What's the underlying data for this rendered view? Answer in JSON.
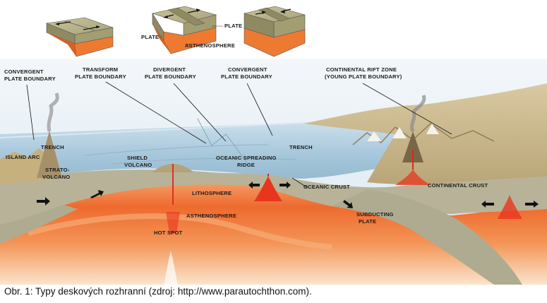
{
  "mini_blocks": {
    "plate_left": "PLATE",
    "plate_right": "PLATE",
    "asthenosphere": "ASTHENOSPHERE"
  },
  "labels": {
    "convergent_left": [
      "CONVERGENT",
      "PLATE BOUNDARY"
    ],
    "transform": [
      "TRANSFORM",
      "PLATE BOUNDARY"
    ],
    "divergent": [
      "DIVERGENT",
      "PLATE BOUNDARY"
    ],
    "convergent_right": [
      "CONVERGENT",
      "PLATE BOUNDARY"
    ],
    "rift_zone": [
      "CONTINENTAL RIFT ZONE",
      "(YOUNG PLATE BOUNDARY)"
    ],
    "trench_left": "TRENCH",
    "island_arc": "ISLAND ARC",
    "strato_volcano": [
      "STRATO-",
      "VOLCANO"
    ],
    "shield_volcano": [
      "SHIELD",
      "VOLCANO"
    ],
    "ridge": [
      "OCEANIC SPREADING",
      "RIDGE"
    ],
    "trench_right": "TRENCH",
    "lithosphere": "LITHOSPHERE",
    "oceanic_crust": "OCEANIC CRUST",
    "continental_crust": "CONTINENTAL CRUST",
    "asthenosphere": "ASTHENOSPHERE",
    "hot_spot": "HOT SPOT",
    "subducting_plate": [
      "SUBDUCTING",
      "PLATE"
    ]
  },
  "caption": "Obr. 1: Typy deskových rozhranní (zdroj: http://www.parautochthon.com).",
  "colors": {
    "sea": "#b9d4e6",
    "sky": "#e4edf4",
    "lithosphere": "#b9b49a",
    "asthenosphere": "#f07a3a",
    "magma": "#e8321e",
    "land": "#c9b589"
  }
}
